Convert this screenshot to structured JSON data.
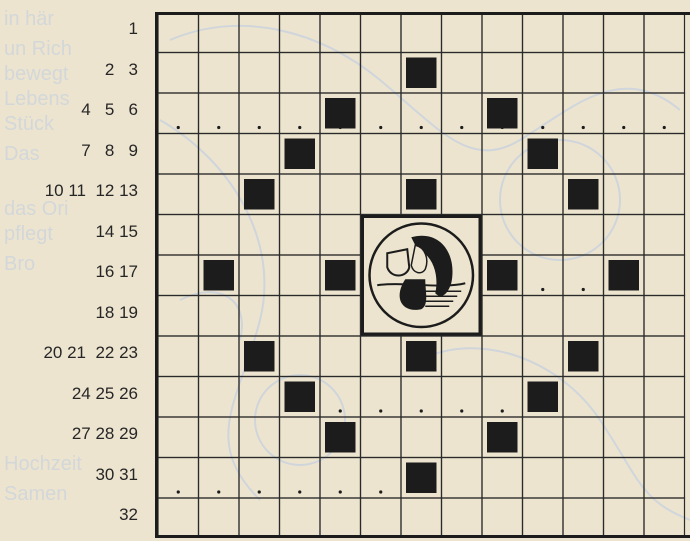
{
  "puzzle": {
    "rows": 13,
    "cols": 13,
    "row_labels": [
      "1",
      "2   3",
      "4   5   6",
      "7   8   9",
      "10 11  12 13",
      "14 15",
      "16 17",
      "18 19",
      "20 21  22 23",
      "24 25 26",
      "27 28 29",
      "30 31",
      "32"
    ],
    "black_cells": [
      [
        1,
        6
      ],
      [
        2,
        4
      ],
      [
        2,
        8
      ],
      [
        3,
        3
      ],
      [
        3,
        9
      ],
      [
        4,
        2
      ],
      [
        4,
        6
      ],
      [
        4,
        10
      ],
      [
        6,
        1
      ],
      [
        6,
        4
      ],
      [
        6,
        8
      ],
      [
        6,
        11
      ],
      [
        8,
        2
      ],
      [
        8,
        6
      ],
      [
        8,
        10
      ],
      [
        9,
        3
      ],
      [
        9,
        9
      ],
      [
        10,
        4
      ],
      [
        10,
        8
      ],
      [
        11,
        6
      ]
    ],
    "center_emblem": {
      "row_start": 5,
      "col_start": 5,
      "row_span": 3,
      "col_span": 3,
      "description": "mermaid-emblem"
    },
    "dotted_lines": [
      {
        "row": 2,
        "from_col": 0,
        "to_col": 12
      },
      {
        "row": 6,
        "from_col": 9,
        "to_col": 10
      },
      {
        "row": 9,
        "from_col": 4,
        "to_col": 8
      },
      {
        "row": 11,
        "from_col": 0,
        "to_col": 5
      }
    ],
    "colors": {
      "paper": "#ece4cf",
      "ink": "#1c1c1c",
      "grid": "#2a2a2a",
      "ghost": "#c9d2de"
    }
  }
}
